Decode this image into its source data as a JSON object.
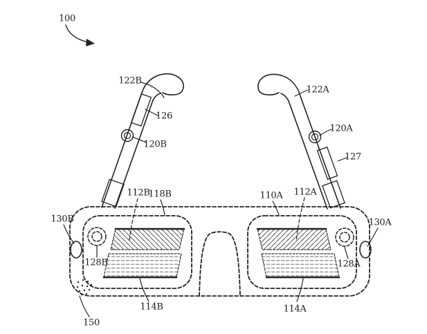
{
  "figure": {
    "type": "patent-line-drawing",
    "subject": "head-mounted smart glasses",
    "colors": {
      "ink": "#222222",
      "background": "#ffffff",
      "hatch": "#555555",
      "panel_rows": "#888888"
    },
    "labels": {
      "overall": "100",
      "temple_left": "122B",
      "temple_component_left": "126",
      "temple_button_left": "120B",
      "temple_right": "122A",
      "temple_button_right": "120A",
      "temple_component_right": "127",
      "display_left": "112B",
      "eyepiece_left": "118B",
      "eyepiece_right": "110A",
      "display_right": "112A",
      "side_element_left": "130B",
      "side_element_right": "130A",
      "camera_left": "128B",
      "camera_right": "128A",
      "panel_left": "114B",
      "panel_right": "114A",
      "frame_region": "150"
    }
  }
}
